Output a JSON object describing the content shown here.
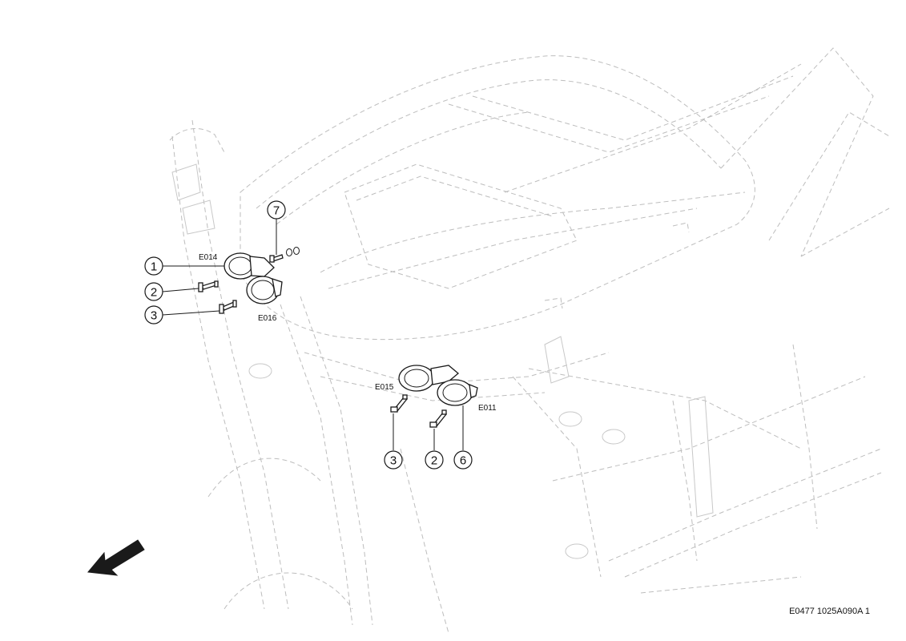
{
  "callouts": [
    {
      "id": "c7",
      "number": "7"
    },
    {
      "id": "c1",
      "number": "1"
    },
    {
      "id": "c2-left",
      "number": "2"
    },
    {
      "id": "c3-left",
      "number": "3"
    },
    {
      "id": "c3-right",
      "number": "3"
    },
    {
      "id": "c2-right",
      "number": "2"
    },
    {
      "id": "c6",
      "number": "6"
    }
  ],
  "part_codes": {
    "e014": "E014",
    "e016": "E016",
    "e015": "E015",
    "e011": "E011"
  },
  "reference": "E0477 1025A090A 1",
  "icons": {
    "direction_arrow": "direction-arrow-icon"
  },
  "colors": {
    "ink": "#1a1a1a",
    "ghost": "#bdbdbd"
  }
}
